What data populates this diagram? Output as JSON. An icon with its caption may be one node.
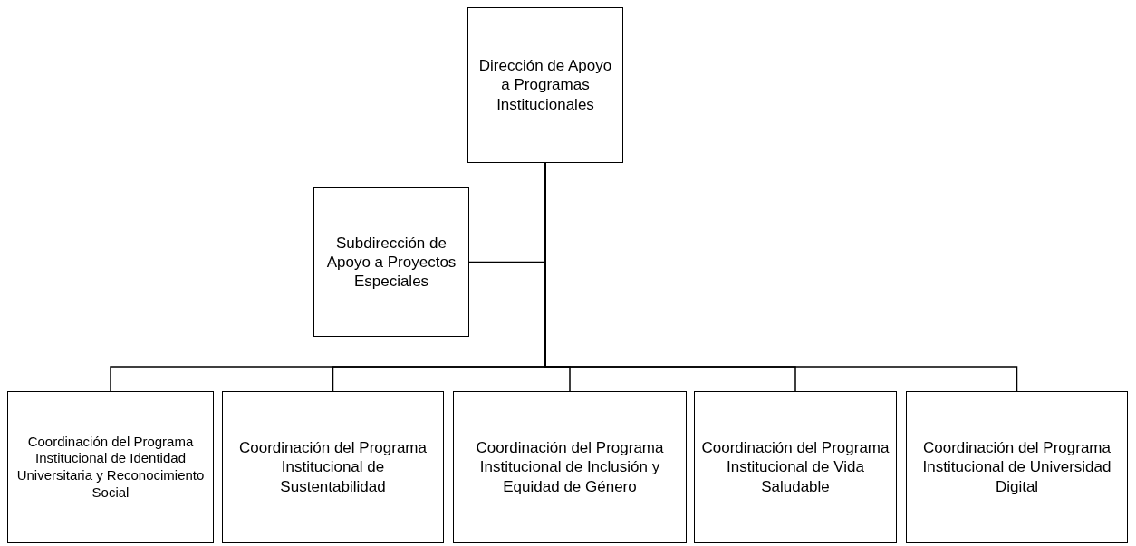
{
  "diagram": {
    "nodes": [
      {
        "text": [
          "Dirección de Apoyo a Programas Institucionales"
        ]
      },
      {
        "text": [
          "Subdirección de Apoyo a Proyectos Especiales"
        ]
      },
      {
        "text": [
          "Coordinación del Programa Institucional de Identidad Universitaria y Reconocimiento Social"
        ]
      },
      {
        "text": [
          "Coordinación del Programa Institucional de Sustentabilidad"
        ]
      },
      {
        "text": [
          "Coordinación del Programa Institucional de Inclusión y Equidad de Género"
        ]
      },
      {
        "text": [
          "Coordinación del Programa Institucional de Vida Saludable"
        ]
      },
      {
        "text": [
          "Coordinación del Programa Institucional de Universidad Digital"
        ]
      }
    ],
    "edges": [
      {
        "from": 0,
        "to": 1,
        "arrow": "none"
      },
      {
        "from": 0,
        "to": 2,
        "arrow": "none"
      },
      {
        "from": 0,
        "to": 3,
        "arrow": "none"
      },
      {
        "from": 0,
        "to": 4,
        "arrow": "none"
      },
      {
        "from": 0,
        "to": 5,
        "arrow": "none"
      },
      {
        "from": 0,
        "to": 6,
        "arrow": "none"
      }
    ]
  }
}
